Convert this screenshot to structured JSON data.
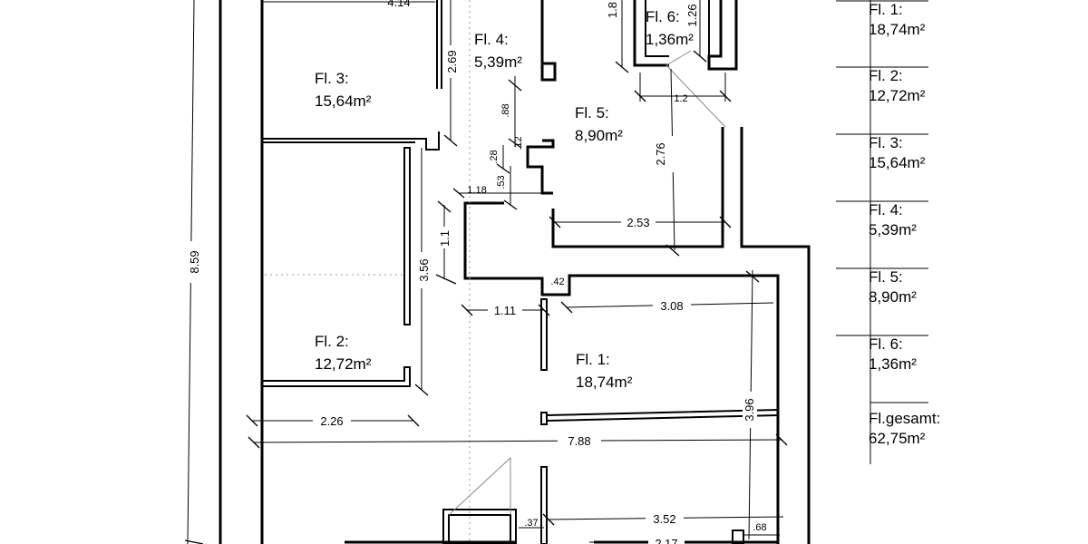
{
  "rooms": [
    {
      "id": "fl1",
      "name": "Fl. 1:",
      "area": "18,74m²"
    },
    {
      "id": "fl2",
      "name": "Fl. 2:",
      "area": "12,72m²"
    },
    {
      "id": "fl3",
      "name": "Fl. 3:",
      "area": "15,64m²"
    },
    {
      "id": "fl4",
      "name": "Fl. 4:",
      "area": "5,39m²"
    },
    {
      "id": "fl5",
      "name": "Fl. 5:",
      "area": "8,90m²"
    },
    {
      "id": "fl6",
      "name": "Fl. 6:",
      "area": "1,36m²"
    }
  ],
  "legend": {
    "items": [
      {
        "name": "Fl. 1:",
        "area": "18,74m²"
      },
      {
        "name": "Fl. 2:",
        "area": "12,72m²"
      },
      {
        "name": "Fl. 3:",
        "area": "15,64m²"
      },
      {
        "name": "Fl. 4:",
        "area": "5,39m²"
      },
      {
        "name": "Fl. 5:",
        "area": "8,90m²"
      },
      {
        "name": "Fl. 6:",
        "area": "1,36m²"
      }
    ],
    "total_label": "Fl.gesamt:",
    "total_area": "62,75m²"
  },
  "dimensions": {
    "top_width": "4.14",
    "overall_height": "8.59",
    "fl3_wall": "2.69",
    "fl6_height": "1.8",
    "fl6_side": "1.26",
    "fl6_width": "1.2",
    "small_88": ".88",
    "small_12": ".12",
    "small_28": ".28",
    "small_53": ".53",
    "small_118": "1.18",
    "fl5_height": "2.76",
    "fl5_width": "2.53",
    "corridor_11": "1.1",
    "corridor_356": "3.56",
    "door_42": ".42",
    "fl1_111": "1.11",
    "fl1_308": "3.08",
    "fl1_396": "3.96",
    "fl2_226": "2.26",
    "total_788": "7.88",
    "bottom_352": "3.52",
    "bottom_37": ".37",
    "bottom_68": ".68",
    "bottom_217": "2.17"
  }
}
